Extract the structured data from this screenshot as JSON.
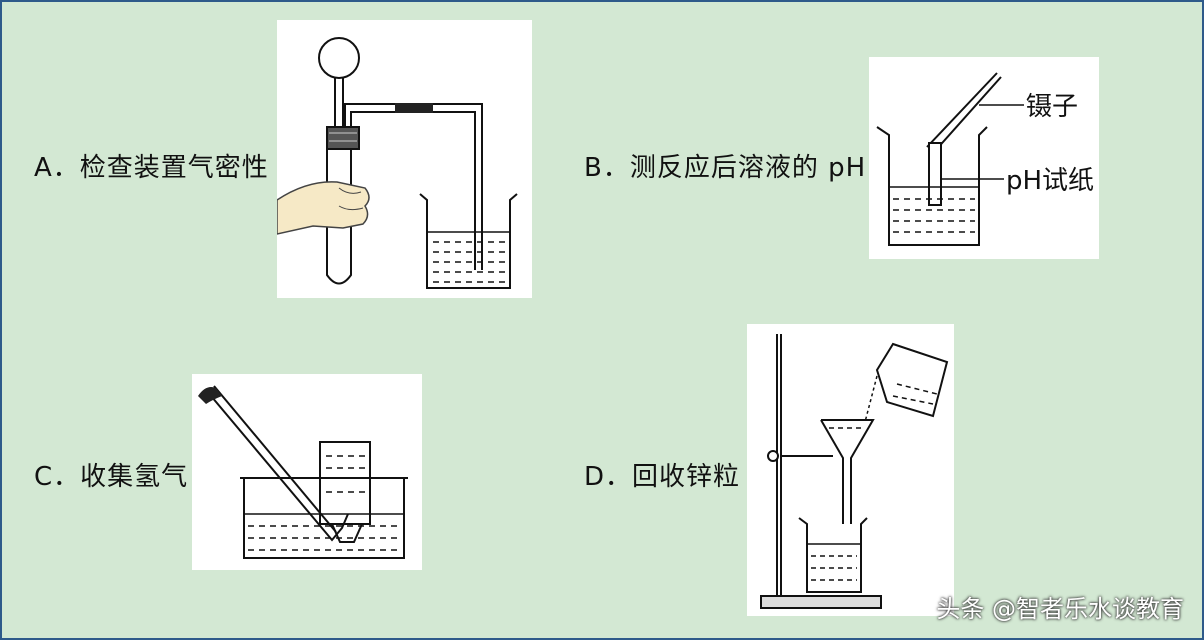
{
  "options": {
    "a": "A．检查装置气密性",
    "b": "B．测反应后溶液的 pH",
    "c": "C．收集氢气",
    "d": "D．回收锌粒"
  },
  "labels": {
    "tweezers": "镊子",
    "ph_paper": "pH试纸"
  },
  "watermark": "头条 @智者乐水谈教育",
  "colors": {
    "background": "#d3e8d3",
    "border": "#2e5a8a"
  }
}
